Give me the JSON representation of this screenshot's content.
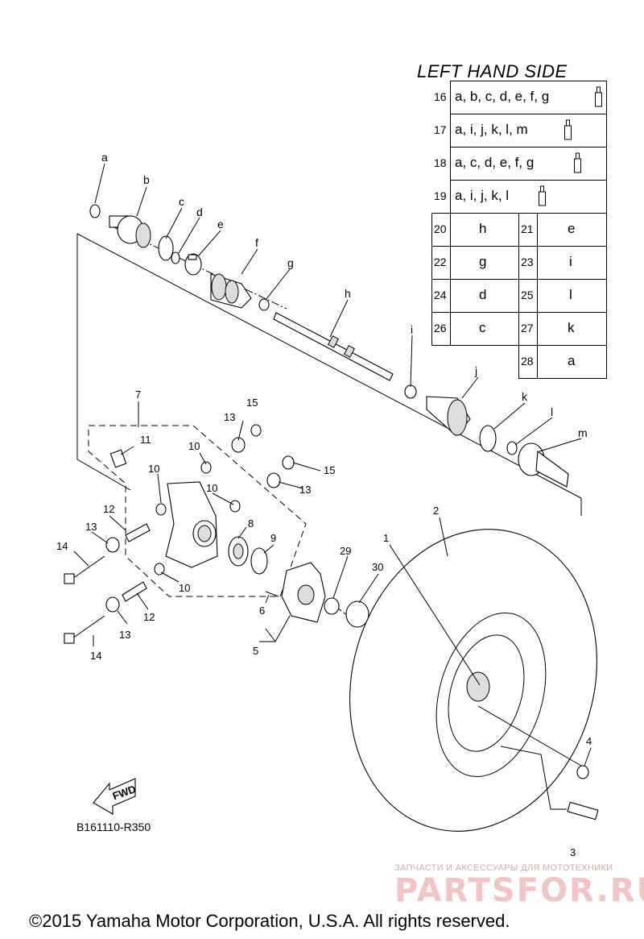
{
  "table": {
    "title": "LEFT HAND SIDE",
    "kit_rows": [
      {
        "number": "16",
        "parts": "a, b, c, d, e, f, g"
      },
      {
        "number": "17",
        "parts": "a, i, j, k, l, m"
      },
      {
        "number": "18",
        "parts": "a, c, d, e, f, g"
      },
      {
        "number": "19",
        "parts": "a, i, j, k, l"
      }
    ],
    "pair_rows": [
      {
        "left_number": "20",
        "left_part": "h",
        "right_number": "21",
        "right_part": "e"
      },
      {
        "left_number": "22",
        "left_part": "g",
        "right_number": "23",
        "right_part": "i"
      },
      {
        "left_number": "24",
        "left_part": "d",
        "right_number": "25",
        "right_part": "l"
      },
      {
        "left_number": "26",
        "left_part": "c",
        "right_number": "27",
        "right_part": "k"
      }
    ],
    "last_row": {
      "number": "28",
      "part": "a"
    },
    "grease_icon": "grease-tube-icon"
  },
  "callouts": {
    "a": "a",
    "b": "b",
    "c": "c",
    "d": "d",
    "e": "e",
    "f": "f",
    "g": "g",
    "h": "h",
    "i": "i",
    "j": "j",
    "k": "k",
    "l": "l",
    "m": "m",
    "n1": "1",
    "n2": "2",
    "n3": "3",
    "n4": "4",
    "n5": "5",
    "n6": "6",
    "n7": "7",
    "n8": "8",
    "n9": "9",
    "n10": "10",
    "n11": "11",
    "n12": "12",
    "n13": "13",
    "n14": "14",
    "n15": "15",
    "n29": "29",
    "n30": "30"
  },
  "forward_arrow_text": "FWD",
  "diagram_code": "B161110-R350",
  "watermark": {
    "tagline": "ЗАПЧАСТИ И АКСЕССУАРЫ ДЛЯ МОТОТЕХНИКИ",
    "logo": "PARTSFOR.RU"
  },
  "copyright": "©2015 Yamaha Motor Corporation, U.S.A. All rights reserved."
}
